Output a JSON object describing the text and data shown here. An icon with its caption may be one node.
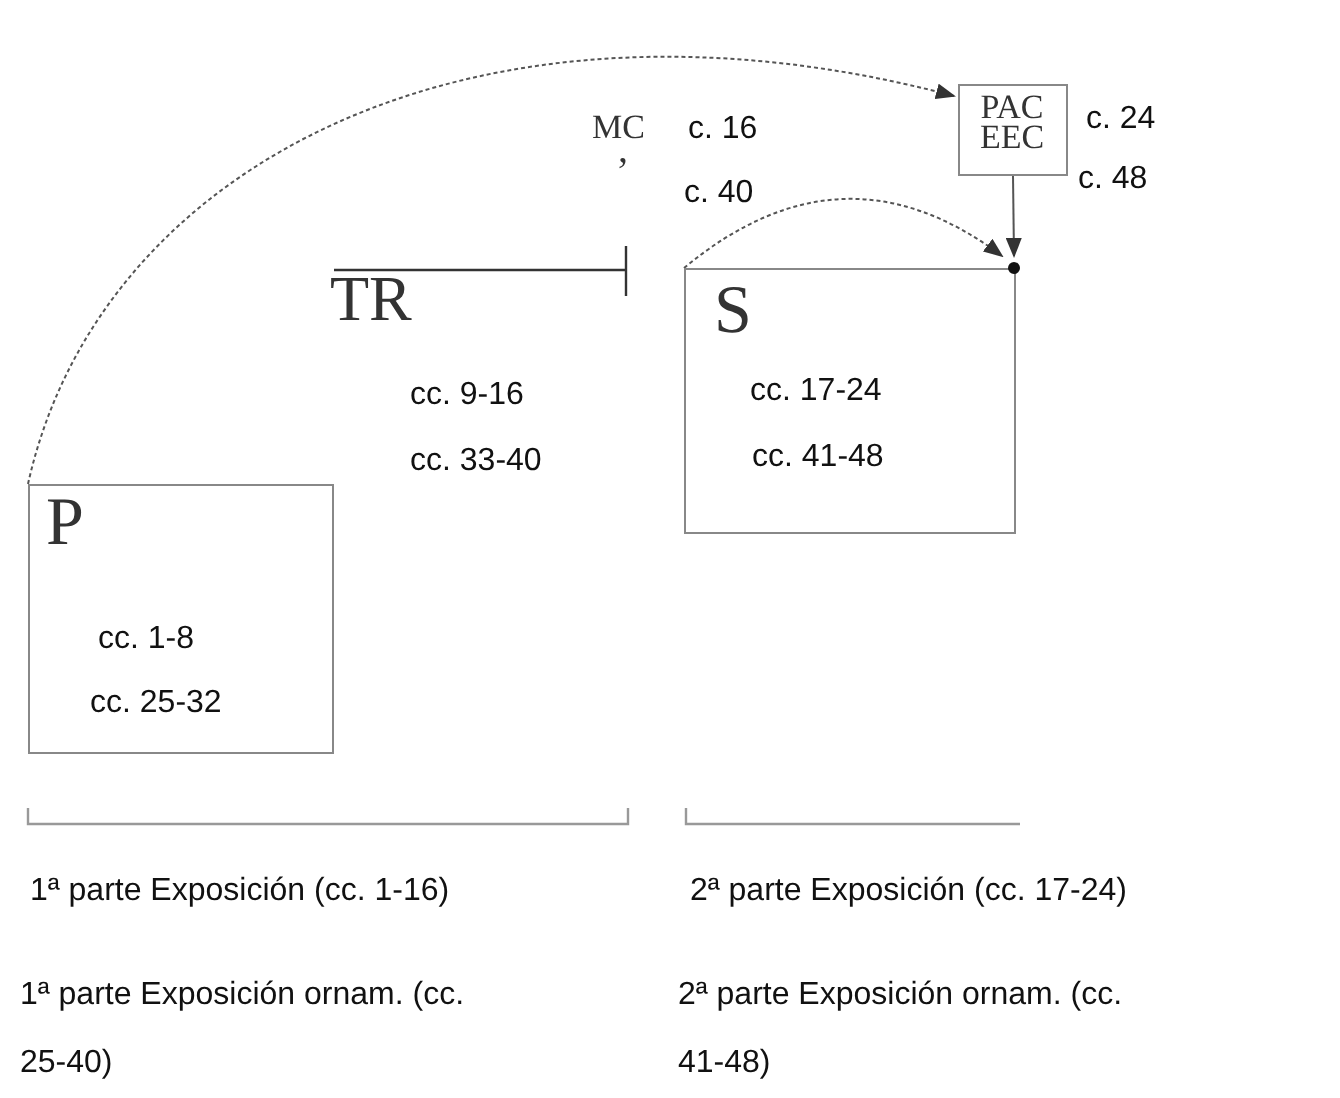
{
  "diagram": {
    "nodes": [
      {
        "text": [
          "P",
          "cc. 1-8",
          "cc. 25-32"
        ]
      },
      {
        "text": [
          "S",
          "cc. 17-24",
          "cc. 41-48"
        ]
      },
      {
        "text": [
          "PAC EEC"
        ],
        "beside": [
          "c. 24",
          "c. 48"
        ]
      },
      {
        "text": [],
        "shape": "circle"
      }
    ],
    "edges": [
      {
        "from": 0,
        "to": 2,
        "arrow": "to",
        "style": "dashed"
      },
      {
        "from": 1,
        "to": 3,
        "arrow": "to",
        "style": "dashed"
      },
      {
        "from": 2,
        "to": 3,
        "arrow": "to"
      }
    ],
    "labels": [
      "MC",
      ",",
      "c. 16",
      "c. 40",
      "TR",
      "cc. 9-16",
      "cc. 33-40",
      "1ª parte Exposición (cc. 1-16)",
      "2ª parte Exposición (cc. 17-24)",
      "1ª parte Exposición ornam. (cc. 25-40)",
      "2ª parte Exposición ornam. (cc. 41-48)"
    ]
  }
}
